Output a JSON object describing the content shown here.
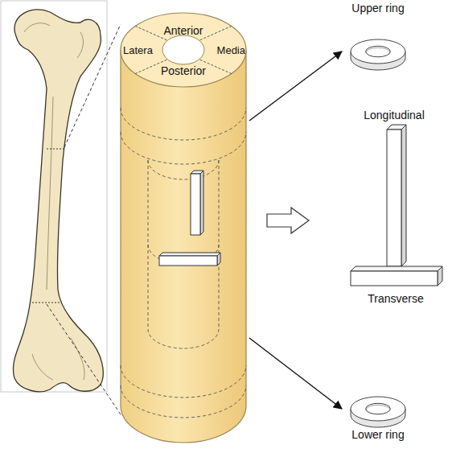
{
  "diagram": {
    "nodes": [
      {
        "text": [
          "Anterior",
          "Latera",
          "Media",
          "Posterior"
        ]
      },
      {
        "text": [
          "Upper ring"
        ]
      },
      {
        "text": [
          "Longitudinal"
        ]
      },
      {
        "text": [
          "Transverse"
        ]
      },
      {
        "text": [
          "Lower ring"
        ]
      }
    ],
    "edges": [
      {
        "from": 0,
        "to": 1,
        "arrow": "to"
      },
      {
        "from": 0,
        "to": 4,
        "arrow": "to"
      }
    ]
  }
}
